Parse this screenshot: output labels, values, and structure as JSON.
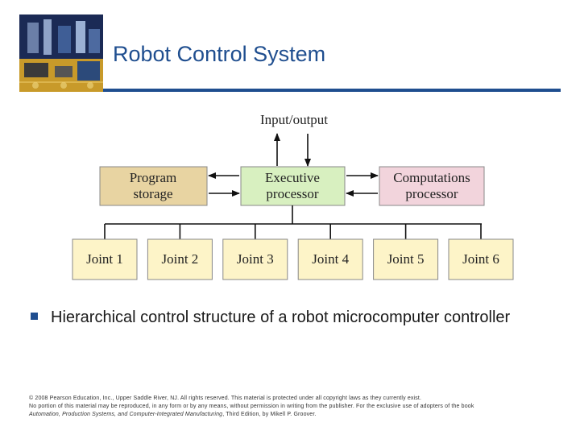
{
  "slide": {
    "title": "Robot Control System"
  },
  "diagram": {
    "io_label": "Input/output",
    "program_storage": [
      "Program",
      "storage"
    ],
    "executive_processor": [
      "Executive",
      "processor"
    ],
    "computations_processor": [
      "Computations",
      "processor"
    ],
    "joints": [
      "Joint 1",
      "Joint 2",
      "Joint 3",
      "Joint 4",
      "Joint 5",
      "Joint 6"
    ]
  },
  "bullet": {
    "text": "Hierarchical control structure of a robot microcomputer controller"
  },
  "footer": {
    "line1": "© 2008 Pearson Education, Inc., Upper Saddle River, NJ. All rights reserved. This material is protected under all copyright laws as they currently exist.",
    "line2": "No portion of this material may be reproduced, in any form or by any means, without permission in writing from the publisher. For the exclusive use of adopters of the book",
    "line3_italic_1": "Automation, Production Systems, and Computer-Integrated Manufacturing",
    "line3_rest": ", Third Edition, by Mikell P. Groover."
  },
  "colors": {
    "title": "#1f4e8f",
    "program_storage_fill": "#e8d4a2",
    "executive_fill": "#d8f0c0",
    "computations_fill": "#f2d4dc",
    "joint_fill": "#fdf4c8"
  },
  "icons": {
    "corner_image": "circuit-board-picture"
  }
}
